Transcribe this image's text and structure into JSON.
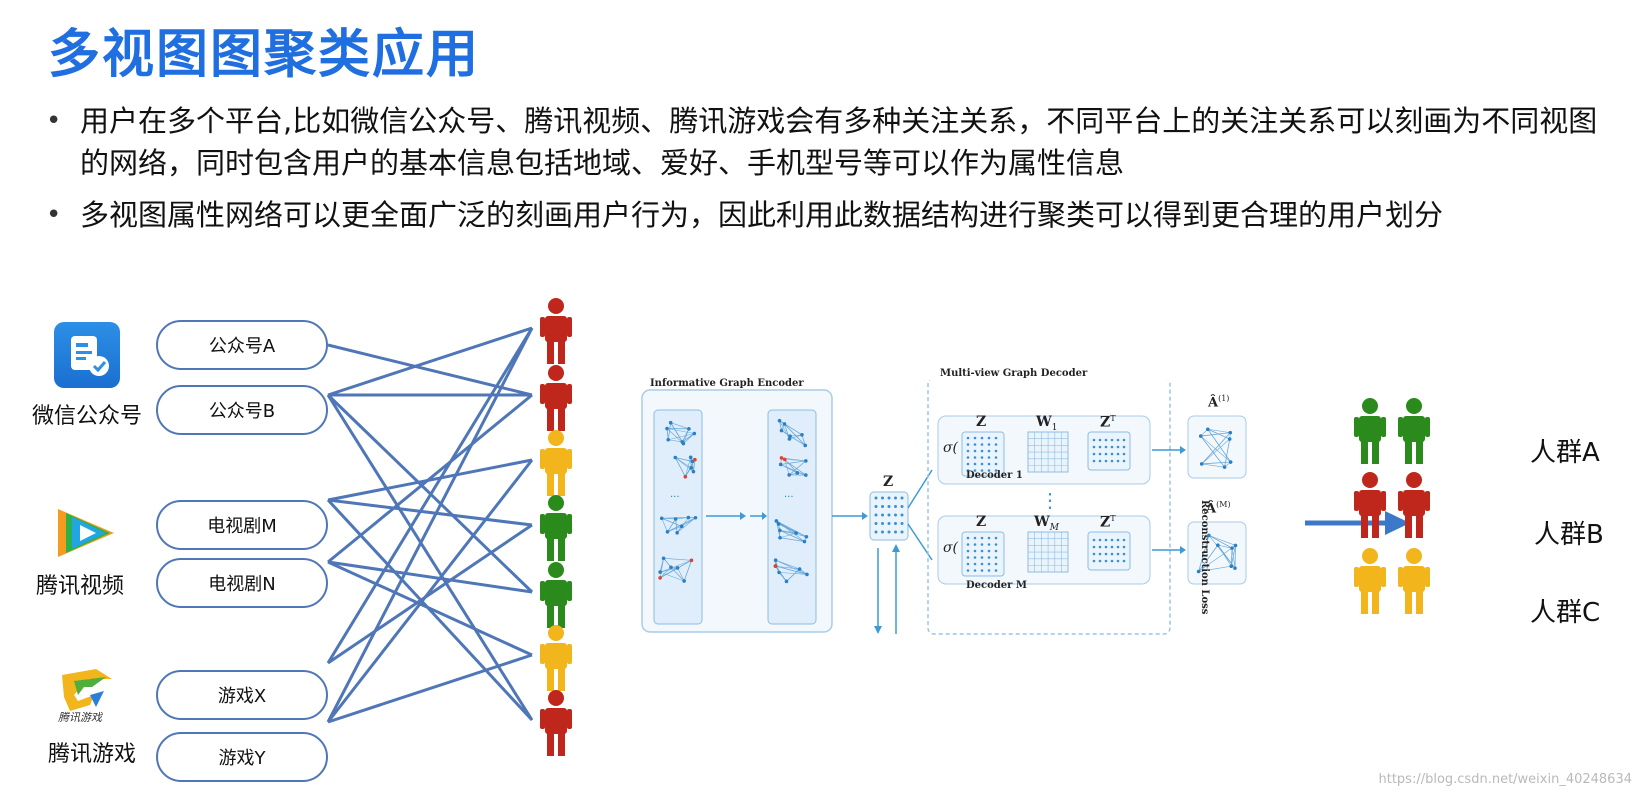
{
  "title": "多视图图聚类应用",
  "bullets": [
    "用户在多个平台,比如微信公众号、腾讯视频、腾讯游戏会有多种关注关系，不同平台上的关注关系可以刻画为不同视图的网络，同时包含用户的基本信息包括地域、爱好、手机型号等可以作为属性信息",
    "多视图属性网络可以更全面广泛的刻画用户行为，因此利用此数据结构进行聚类可以得到更合理的用户划分"
  ],
  "platforms": [
    {
      "name": "微信公众号",
      "icon": "wechat-official-account-icon"
    },
    {
      "name": "腾讯视频",
      "icon": "tencent-video-icon"
    },
    {
      "name": "腾讯游戏",
      "icon": "tencent-games-icon",
      "logo_text": "腾讯游戏"
    }
  ],
  "nodes": [
    "公众号A",
    "公众号B",
    "电视剧M",
    "电视剧N",
    "游戏X",
    "游戏Y"
  ],
  "users": [
    "#c0271c",
    "#c0271c",
    "#f2b51c",
    "#2a8a1c",
    "#2a8a1c",
    "#f2b51c",
    "#c0271c"
  ],
  "diagram": {
    "encoder_title": "Informative Graph Encoder",
    "decoder_title": "Multi-view Graph Decoder",
    "z_label": "Z",
    "w1_label": "W",
    "w1_sub": "1",
    "wm_label": "W",
    "wm_sub": "M",
    "zt_label": "Z",
    "zt_sup": "T",
    "sigma": "σ(",
    "decoder1": "Decoder 1",
    "decoderM": "Decoder M",
    "a1_label": "Â",
    "a1_sup": "(1)",
    "am_label": "Â",
    "am_sup": "(M)",
    "loss_label": "Reconstruction Loss",
    "ellipsis": "⋮"
  },
  "groups": [
    {
      "label": "人群A",
      "color": "#2a8a1c"
    },
    {
      "label": "人群B",
      "color": "#c0271c"
    },
    {
      "label": "人群C",
      "color": "#f2b51c"
    }
  ],
  "colors": {
    "title": "#1f6fe0",
    "edge": "#4f76b7",
    "arrow": "#3c78c8"
  },
  "watermark": "https://blog.csdn.net/weixin_40248634"
}
